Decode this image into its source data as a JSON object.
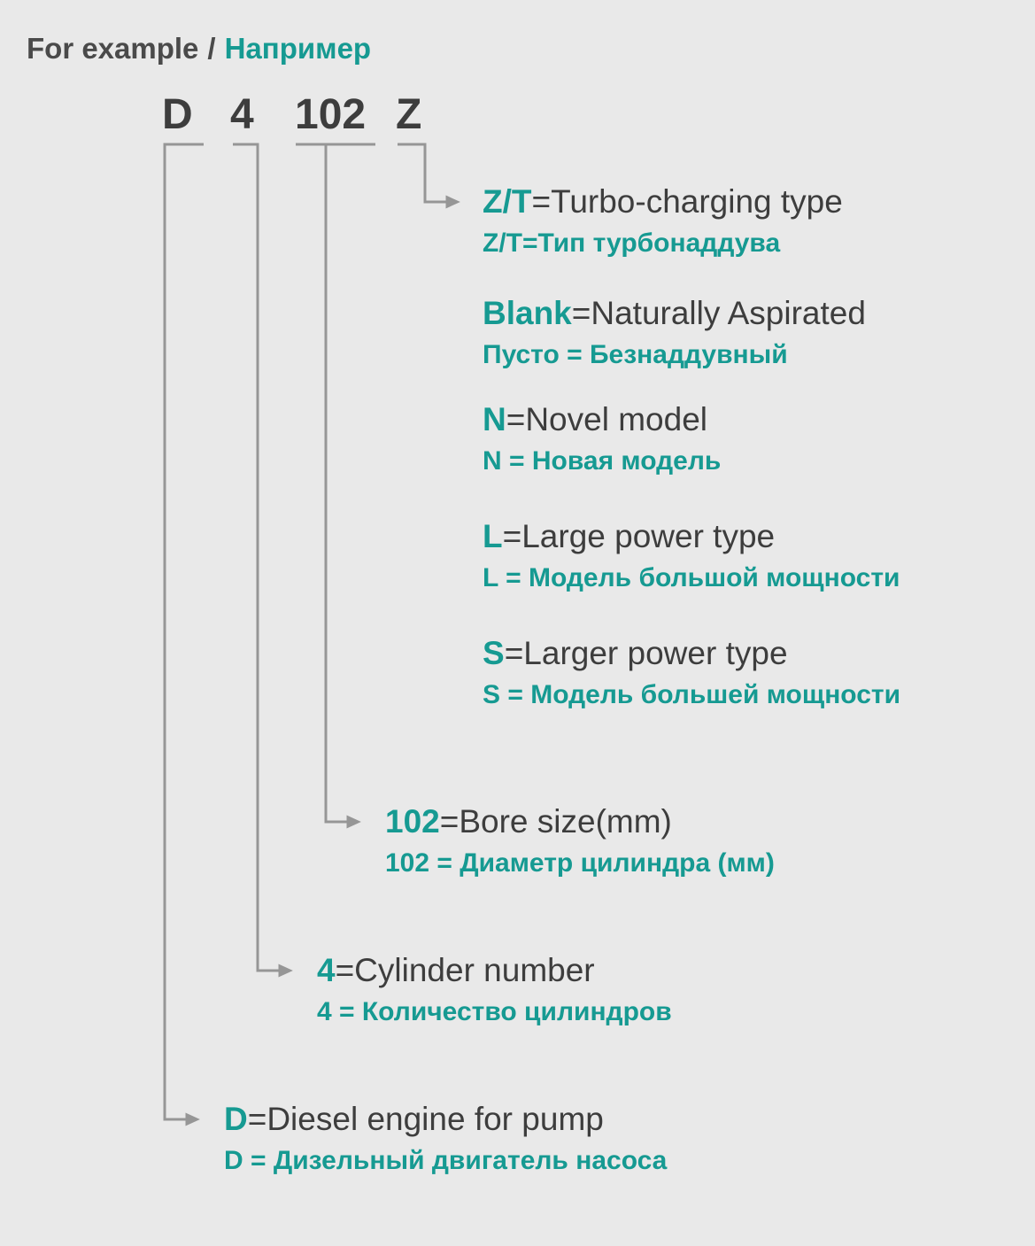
{
  "header": {
    "en": "For example",
    "separator": "/",
    "ru": "Например"
  },
  "code": {
    "parts": [
      "D",
      "4",
      "102",
      "Z"
    ]
  },
  "entries": [
    {
      "code": "Z/T",
      "rest": "=Turbo-charging type",
      "ru": "Z/T=Тип турбонаддува"
    },
    {
      "code": "Blank",
      "rest": "=Naturally Aspirated",
      "ru": "Пусто = Безнаддувный"
    },
    {
      "code": "N",
      "rest": "=Novel model",
      "ru": "N = Новая модель"
    },
    {
      "code": "L",
      "rest": "=Large power type",
      "ru": "L = Модель большой мощности"
    },
    {
      "code": "S",
      "rest": "=Larger power type",
      "ru": "S = Модель большей мощности"
    },
    {
      "code": "102",
      "rest": "=Bore size(mm)",
      "ru": "102 = Диаметр цилиндра (мм)"
    },
    {
      "code": "4",
      "rest": "=Cylinder number",
      "ru": "4 = Количество цилиндров"
    },
    {
      "code": "D",
      "rest": "=Diesel engine for pump",
      "ru": "D = Дизельный двигатель насоса"
    }
  ],
  "colors": {
    "accent_teal": "#169a92",
    "text_dark": "#3d3d3d",
    "line_gray": "#969696",
    "background": "#e9e9e9"
  }
}
